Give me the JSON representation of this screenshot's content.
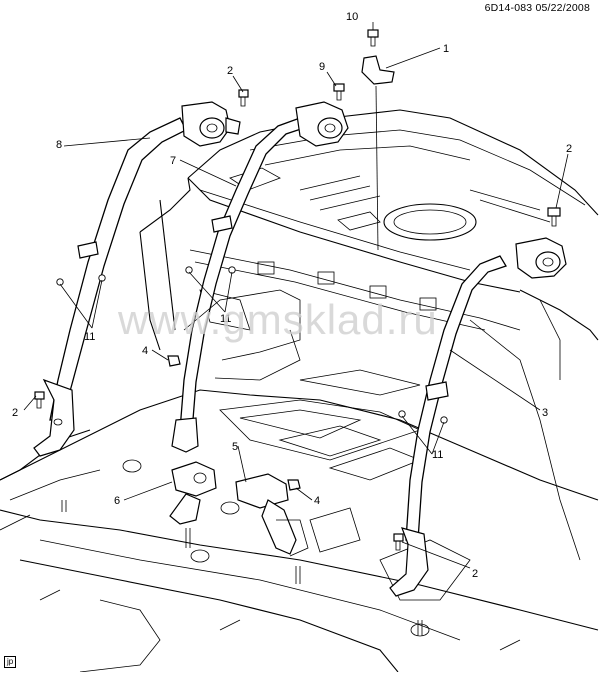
{
  "header": {
    "code": "6D14-083",
    "date": "05/22/2008"
  },
  "watermark": "www.gmsklad.ru",
  "badge": "jp",
  "callouts": [
    {
      "id": "c10",
      "label": "10"
    },
    {
      "id": "c1",
      "label": "1"
    },
    {
      "id": "c9",
      "label": "9"
    },
    {
      "id": "c2a",
      "label": "2"
    },
    {
      "id": "c8",
      "label": "8"
    },
    {
      "id": "c7",
      "label": "7"
    },
    {
      "id": "c2b",
      "label": "2"
    },
    {
      "id": "c11a",
      "label": "11"
    },
    {
      "id": "c11b",
      "label": "11"
    },
    {
      "id": "c4a",
      "label": "4"
    },
    {
      "id": "c2c",
      "label": "2"
    },
    {
      "id": "c3",
      "label": "3"
    },
    {
      "id": "c5",
      "label": "5"
    },
    {
      "id": "c6",
      "label": "6"
    },
    {
      "id": "c4b",
      "label": "4"
    },
    {
      "id": "c11c",
      "label": "11"
    },
    {
      "id": "c2d",
      "label": "2"
    }
  ]
}
